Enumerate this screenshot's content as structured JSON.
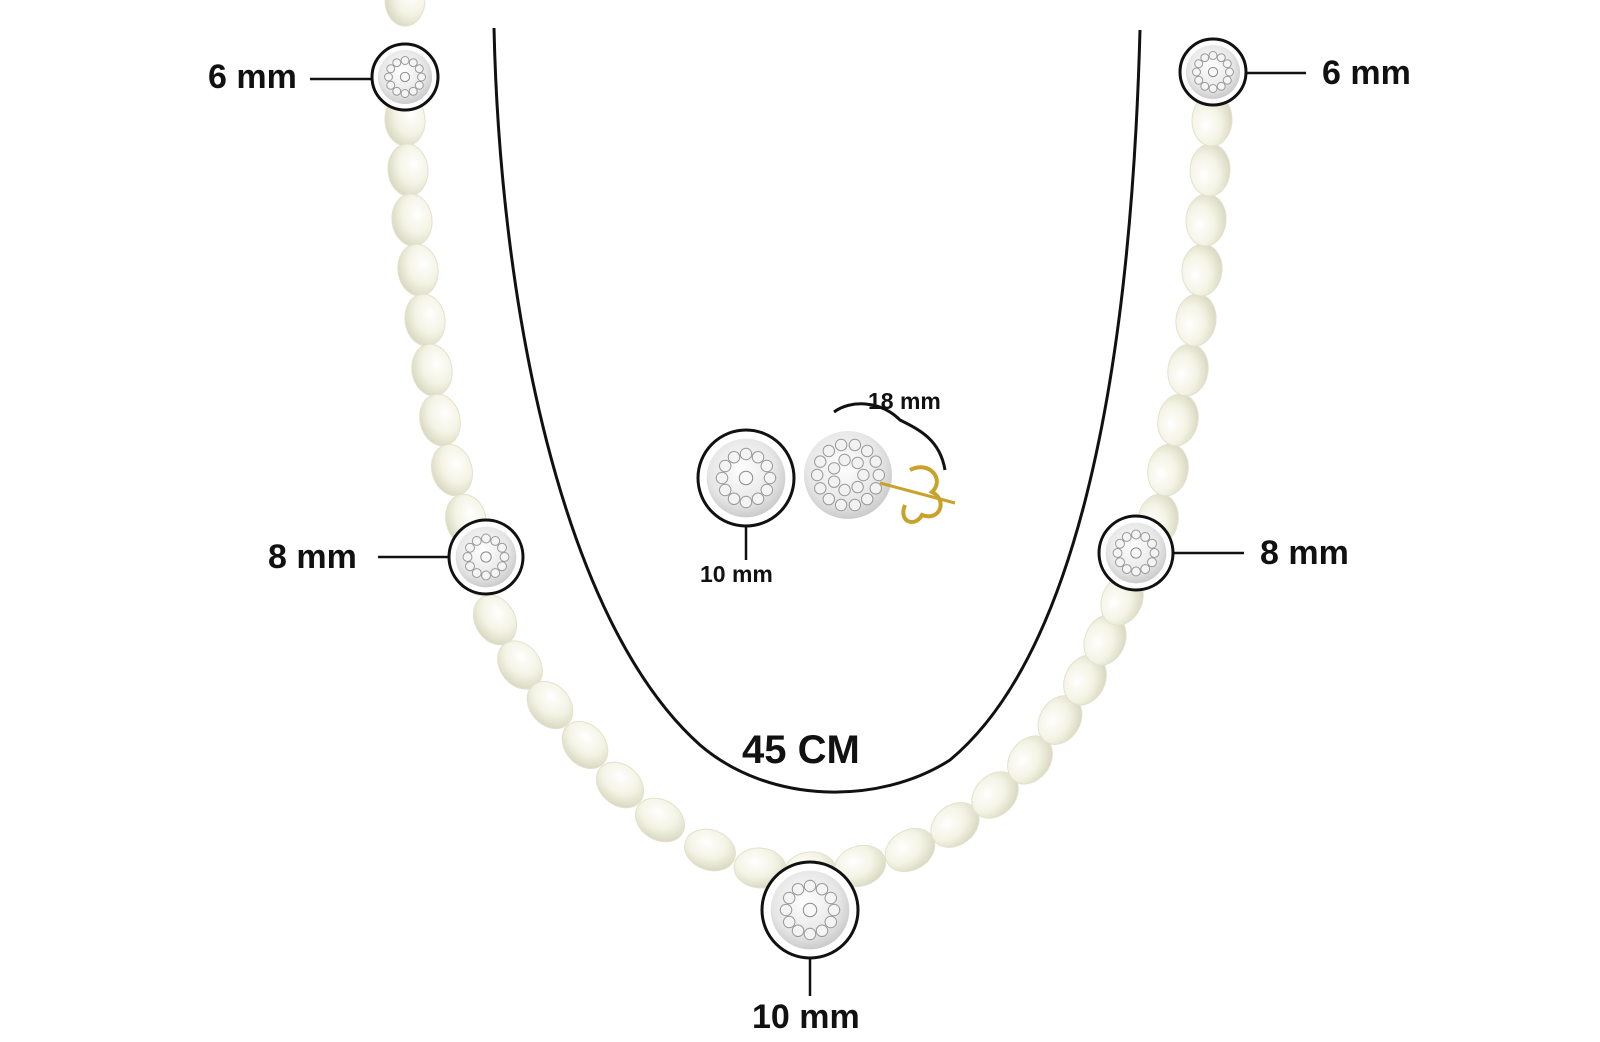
{
  "labels": {
    "left_top": "6 mm",
    "right_top": "6 mm",
    "left_mid": "8 mm",
    "right_mid": "8 mm",
    "bottom": "10 mm",
    "length": "45 CM",
    "earring_diameter": "10 mm",
    "earring_length": "18 mm"
  },
  "colors": {
    "pearl": "#f6f6ea",
    "pearl_shade": "#dcdcc4",
    "outline": "#111111",
    "crystal": "#d9d9d9",
    "gold": "#c9a22a"
  }
}
